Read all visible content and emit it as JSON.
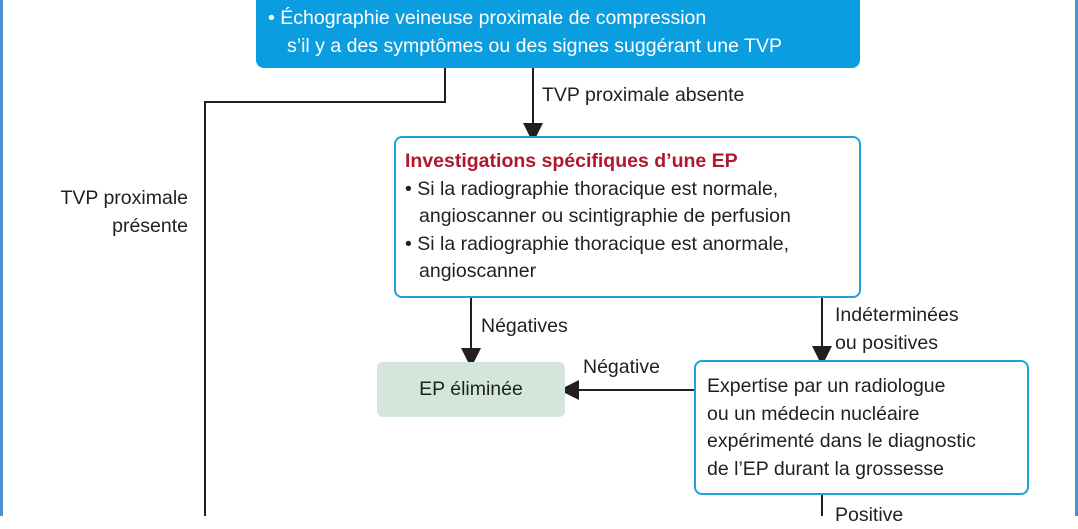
{
  "top_box": {
    "lines": [
      "• Échographie veineuse proximale de compression",
      "  s’il y a des symptômes ou des signes suggérant une TVP"
    ]
  },
  "labels": {
    "tvp_absent": "TVP proximale absente",
    "tvp_present_line1": "TVP proximale",
    "tvp_present_line2": "présente",
    "negatives": "Négatives",
    "indeterminate_line1": "Indéterminées",
    "indeterminate_line2": "ou positives",
    "negative": "Négative",
    "positive_partial": "Positive"
  },
  "investigations": {
    "title": "Investigations spécifiques d’une EP",
    "lines": [
      "• Si la radiographie thoracique est normale,",
      "  angioscanner ou scintigraphie de perfusion",
      "• Si la radiographie thoracique est anormale,",
      "  angioscanner"
    ]
  },
  "ep_eliminated": "EP éliminée",
  "expertise": {
    "lines": [
      "Expertise par un radiologue",
      "ou un médecin nucléaire",
      "expérimenté dans le diagnostic",
      "de l’EP durant la grossesse"
    ]
  },
  "colors": {
    "top_box_fill": "#0a9ee0",
    "box_border": "#1ba3dc",
    "title_red": "#b0182c",
    "eliminated_fill": "#d2e7d9",
    "frame_blue": "#4d8fcf"
  }
}
